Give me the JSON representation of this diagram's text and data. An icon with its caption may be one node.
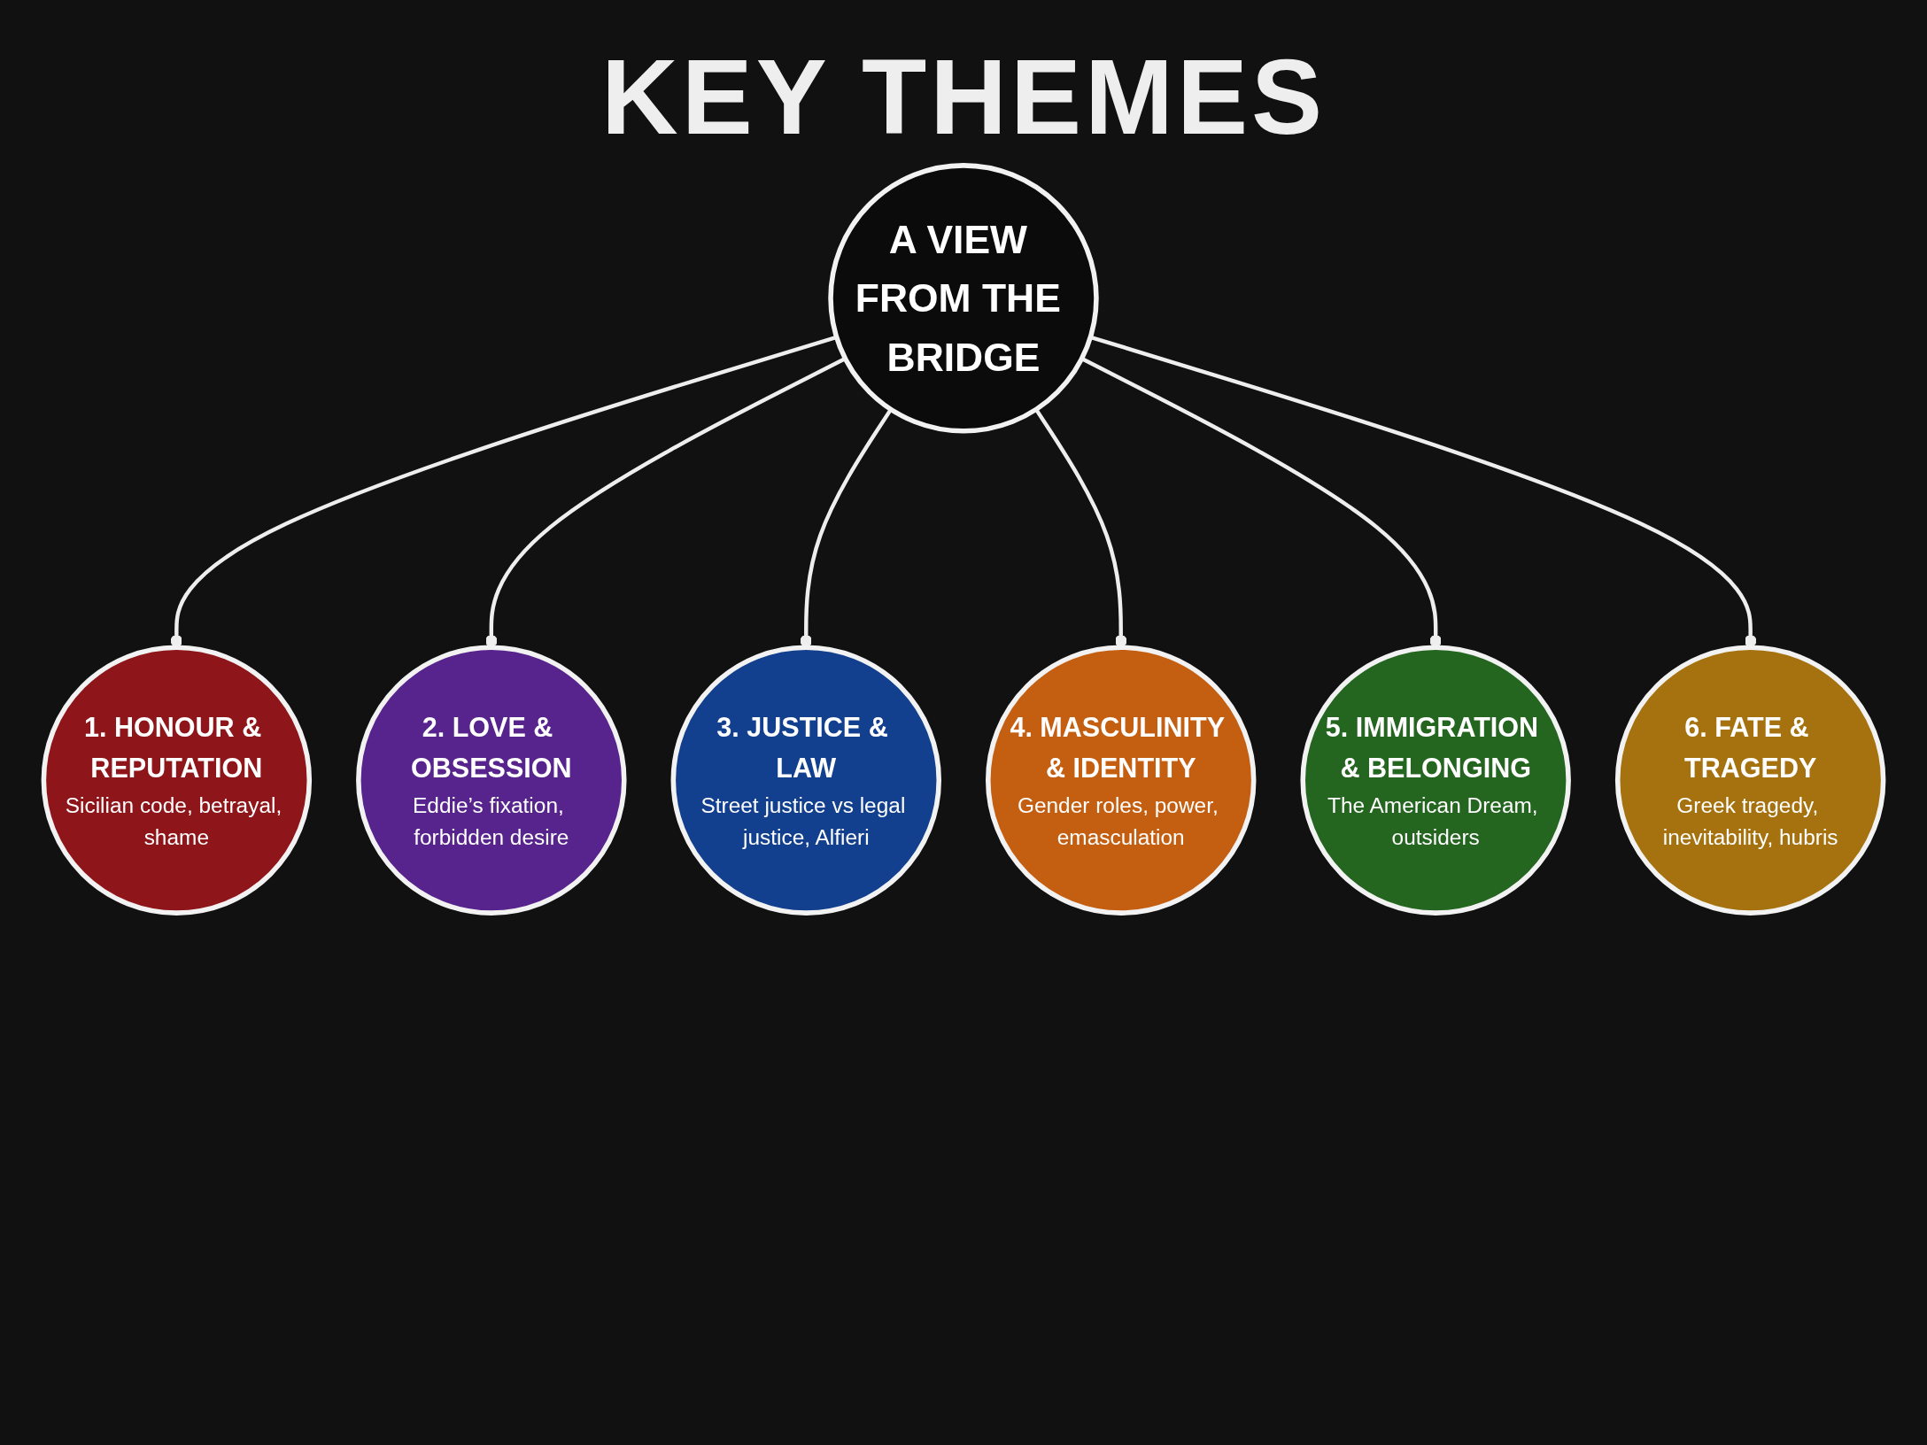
{
  "diagram": {
    "title": "KEY THEMES",
    "nodes": [
      {
        "text": [
          "A VIEW FROM THE BRIDGE"
        ]
      },
      {
        "text": [
          "1. HONOUR & REPUTATION",
          "Sicilian code, betrayal, shame"
        ]
      },
      {
        "text": [
          "2. LOVE & OBSESSION",
          "Eddie’s fixation, forbidden desire"
        ]
      },
      {
        "text": [
          "3. JUSTICE & LAW",
          "Street justice vs legal justice, Alfieri"
        ]
      },
      {
        "text": [
          "4. MASCULINITY & IDENTITY",
          "Gender roles, power, emasculation"
        ]
      },
      {
        "text": [
          "5. IMMIGRATION & BELONGING",
          "The American Dream, outsiders"
        ]
      },
      {
        "text": [
          "6. FATE & TRAGEDY",
          "Greek tragedy, inevitability, hubris"
        ]
      }
    ],
    "edges": [
      {
        "from": 0,
        "to": 1,
        "arrow": "other"
      },
      {
        "from": 0,
        "to": 2,
        "arrow": "other"
      },
      {
        "from": 0,
        "to": 3,
        "arrow": "other"
      },
      {
        "from": 0,
        "to": 4,
        "arrow": "other"
      },
      {
        "from": 0,
        "to": 5,
        "arrow": "other"
      },
      {
        "from": 0,
        "to": 6,
        "arrow": "other"
      }
    ]
  }
}
